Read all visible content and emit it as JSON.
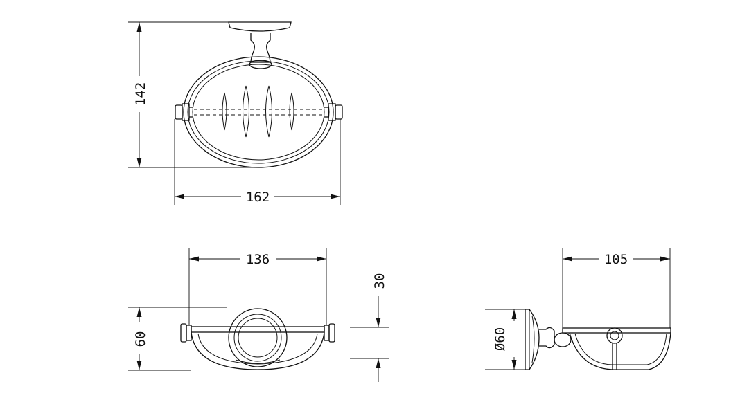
{
  "dimensions": {
    "top_height": "142",
    "top_width": "162",
    "front_width": "136",
    "front_height": "60",
    "front_depth": "30",
    "side_depth": "105",
    "side_diameter": "Ø60"
  },
  "colors": {
    "line": "#111111",
    "background": "#ffffff"
  }
}
